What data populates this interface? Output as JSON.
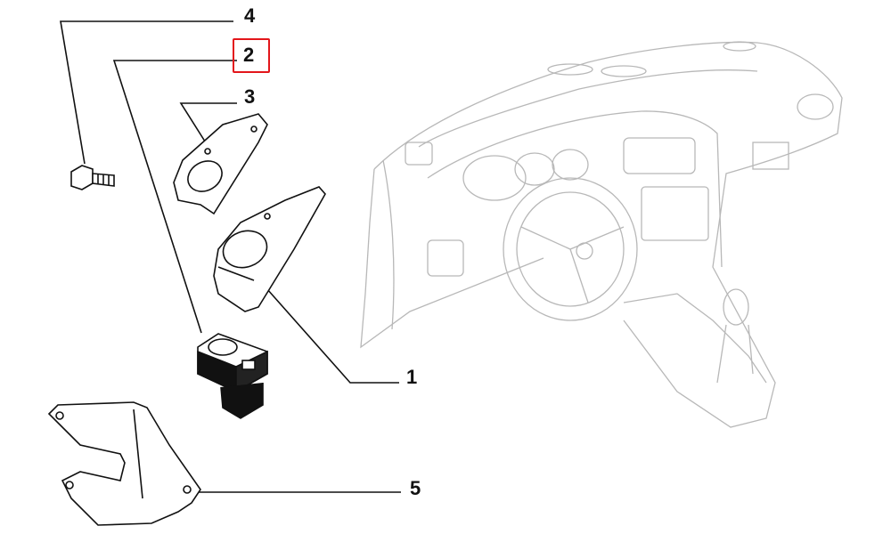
{
  "diagram": {
    "callouts": [
      {
        "id": "4",
        "label": "4"
      },
      {
        "id": "2",
        "label": "2",
        "highlighted": true
      },
      {
        "id": "3",
        "label": "3"
      },
      {
        "id": "1",
        "label": "1"
      },
      {
        "id": "5",
        "label": "5"
      }
    ],
    "highlight_color": "#e3161b"
  }
}
